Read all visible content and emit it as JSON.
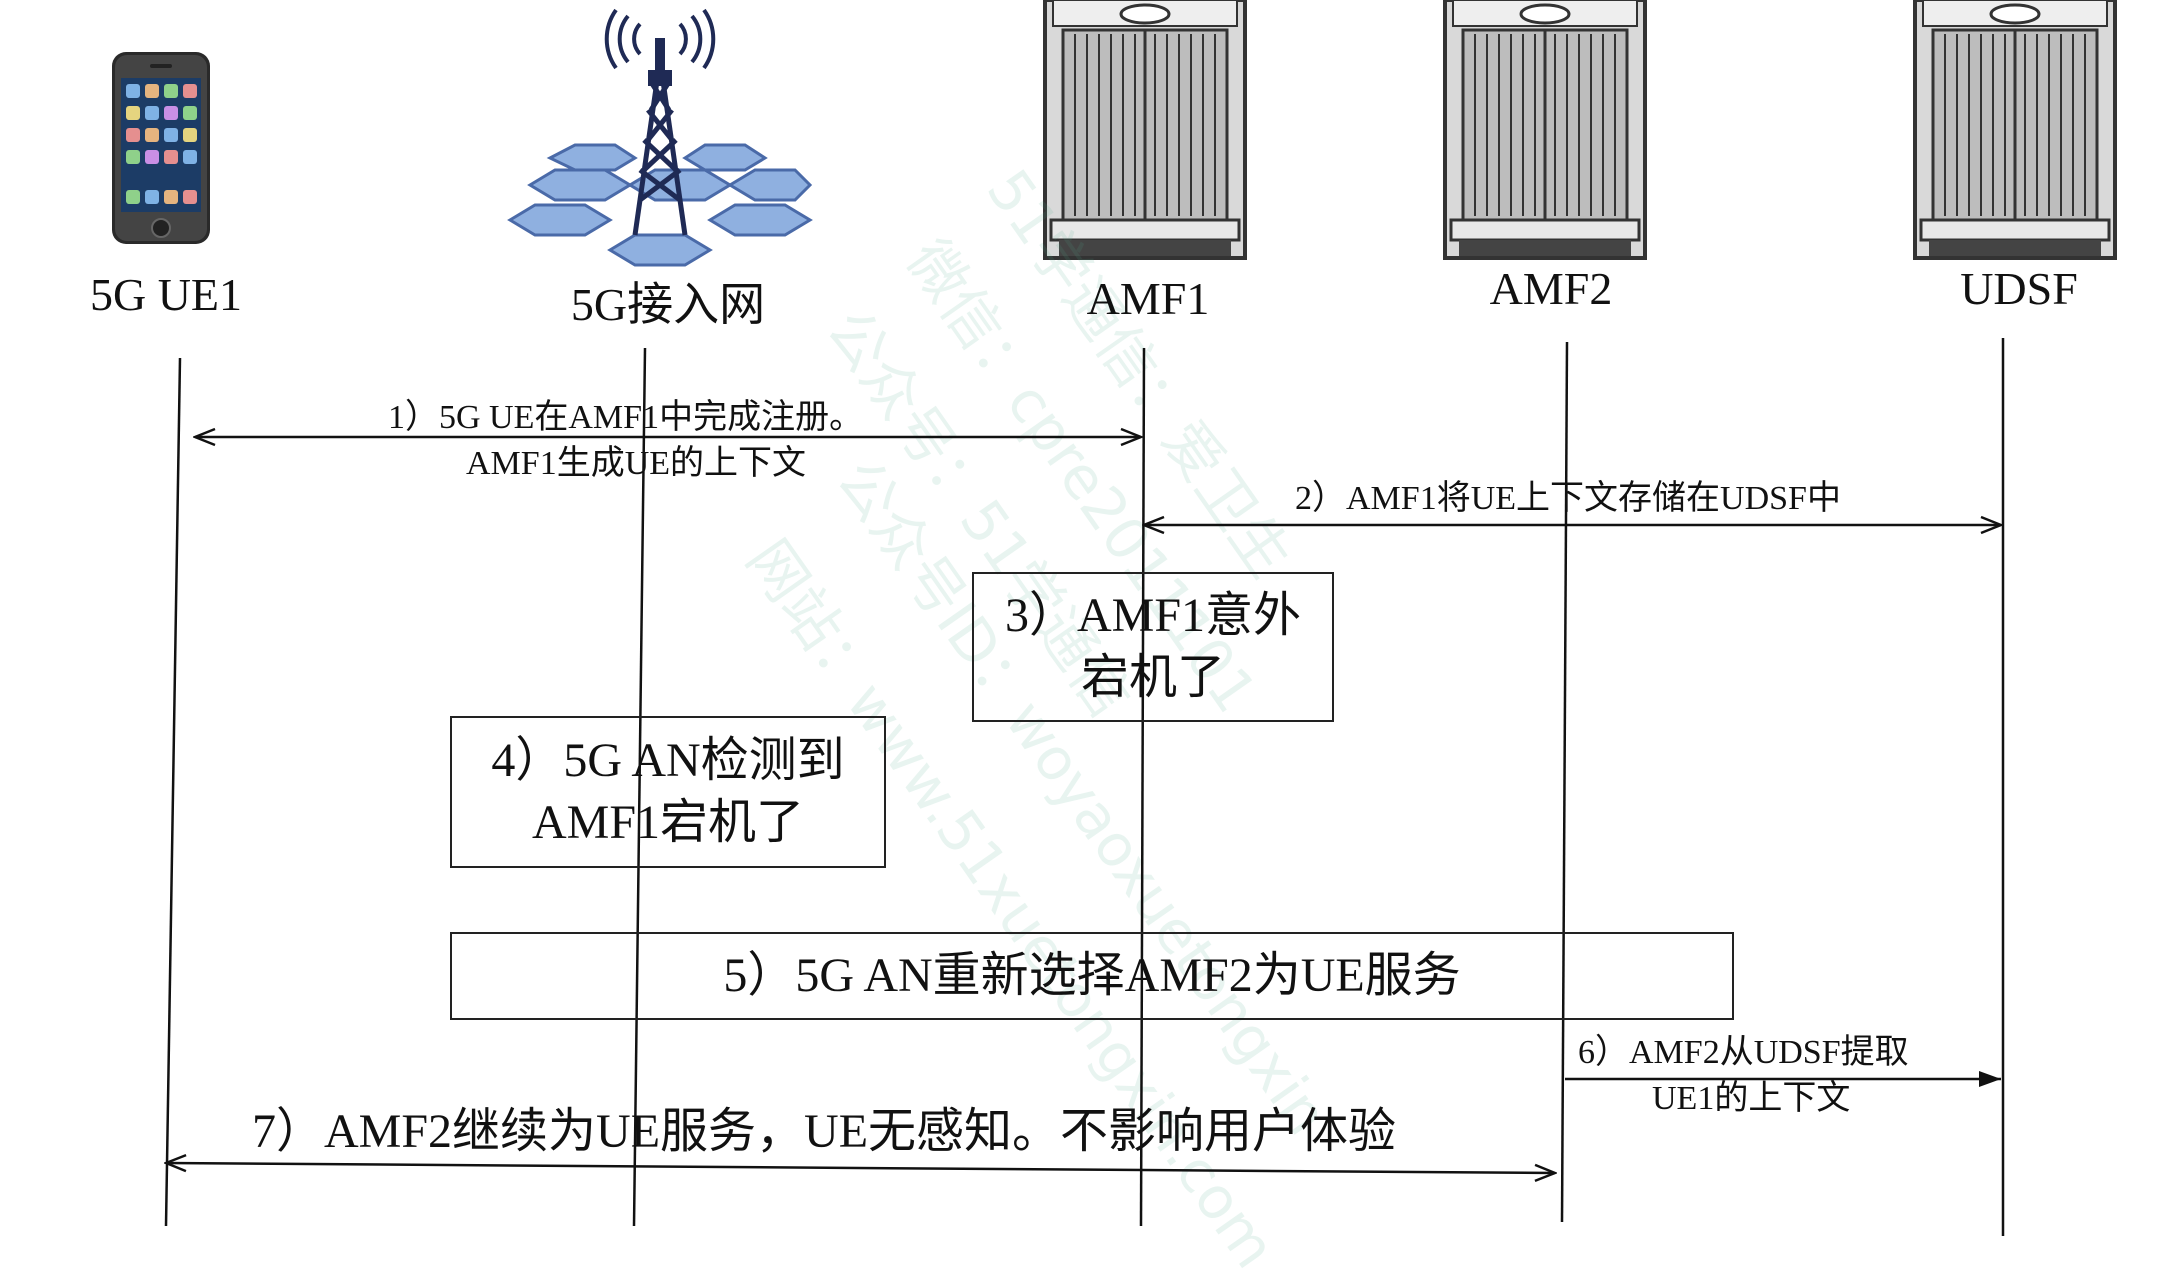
{
  "participants": [
    {
      "id": "ue1",
      "label": "5G UE1",
      "icon": "smartphone-icon"
    },
    {
      "id": "an",
      "label": "5G接入网",
      "icon": "cell-tower-icon"
    },
    {
      "id": "amf1",
      "label": "AMF1",
      "icon": "server-cabinet-icon"
    },
    {
      "id": "amf2",
      "label": "AMF2",
      "icon": "server-cabinet-icon"
    },
    {
      "id": "udsf",
      "label": "UDSF",
      "icon": "server-cabinet-icon"
    }
  ],
  "messages": {
    "m1": {
      "line1": "1）5G UE在AMF1中完成注册。",
      "line2": "AMF1生成UE的上下文",
      "from": "ue1",
      "to": "amf1",
      "style": "double-arrow"
    },
    "m2": {
      "line1": "2）AMF1将UE上下文存储在UDSF中",
      "from": "amf1",
      "to": "udsf",
      "style": "double-arrow"
    },
    "m6": {
      "line1": "6）AMF2从UDSF提取",
      "line2": "UE1的上下文",
      "from": "amf2",
      "to": "udsf",
      "style": "filled-arrow"
    },
    "m7": {
      "line1": "7）AMF2继续为UE服务，UE无感知。不影响用户体验",
      "from": "ue1",
      "to": "amf2",
      "style": "double-arrow"
    }
  },
  "boxes": {
    "b3": {
      "line1": "3）AMF1意外",
      "line2": "宕机了"
    },
    "b4": {
      "line1": "4）5G AN检测到",
      "line2": "AMF1宕机了"
    },
    "b5": {
      "line1": "5）5G AN重新选择AMF2为UE服务"
    }
  },
  "watermark": {
    "line1": "51学通信：爱卫生",
    "line2": "微信：cpre2011101",
    "line3": "公众号：51学通信",
    "line4": "公众号ID：woyaoxuetongxin",
    "line5": "网站：www.51xuetongxin.com"
  },
  "colors": {
    "line": "#111111",
    "box_border": "#222222",
    "watermark": "#50aa8c"
  }
}
